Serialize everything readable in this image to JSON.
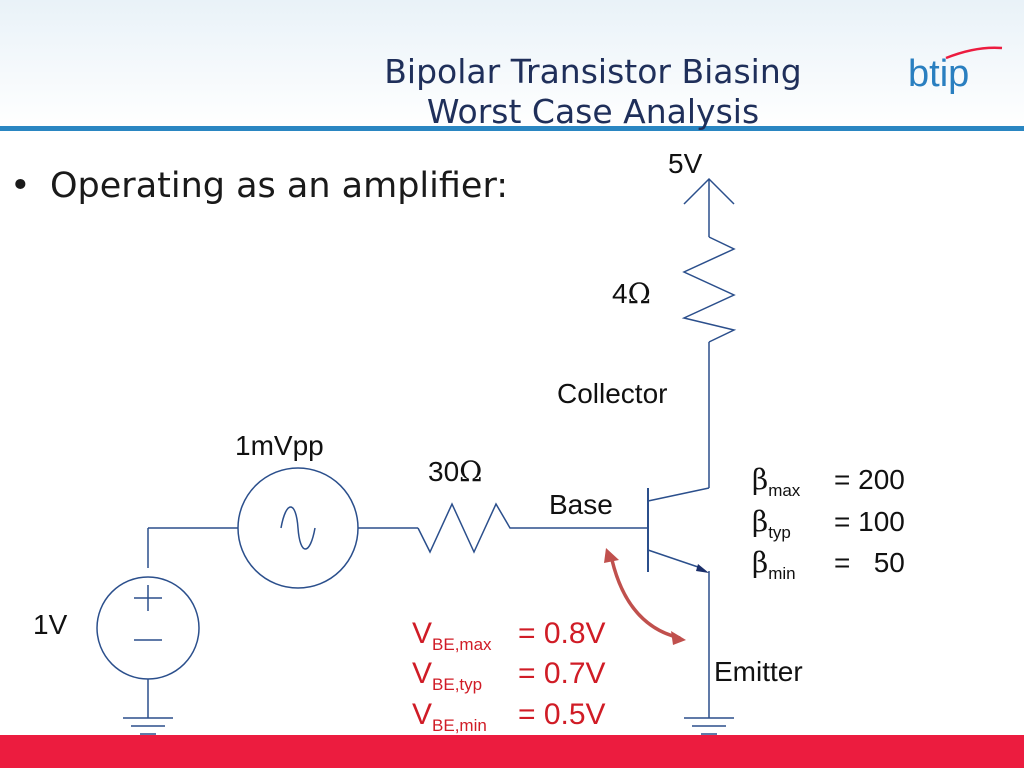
{
  "slide": {
    "title_line1": "Bipolar Transistor Biasing",
    "title_line2": "Worst Case Analysis",
    "logo_text": "btip",
    "bullet": "Operating as an amplifier:"
  },
  "circuit": {
    "supply_label": "5V",
    "collector_resistor": "4",
    "base_resistor": "30",
    "ohm_symbol": "Ω",
    "collector_label": "Collector",
    "base_label": "Base",
    "emitter_label": "Emitter",
    "ac_source_label": "1mVpp",
    "dc_source_label": "1V"
  },
  "beta": [
    {
      "symbol": "β",
      "sub": "max",
      "value": "= 200"
    },
    {
      "symbol": "β",
      "sub": "typ",
      "value": "= 100"
    },
    {
      "symbol": "β",
      "sub": "min",
      "value": "=   50"
    }
  ],
  "vbe": [
    {
      "prefix": "V",
      "sub": "BE,max",
      "value": "= 0.8V"
    },
    {
      "prefix": "V",
      "sub": "BE,typ",
      "value": "= 0.7V"
    },
    {
      "prefix": "V",
      "sub": "BE,min",
      "value": "= 0.5V"
    }
  ],
  "colors": {
    "header_rule": "#2a86c2",
    "footer_bar": "#ec1c3f",
    "wire": "#2b4f8c",
    "vbe_text": "#d01c26",
    "arrow": "#c0504d",
    "title": "#1f2f5a",
    "logo": "#2a7fc0"
  }
}
